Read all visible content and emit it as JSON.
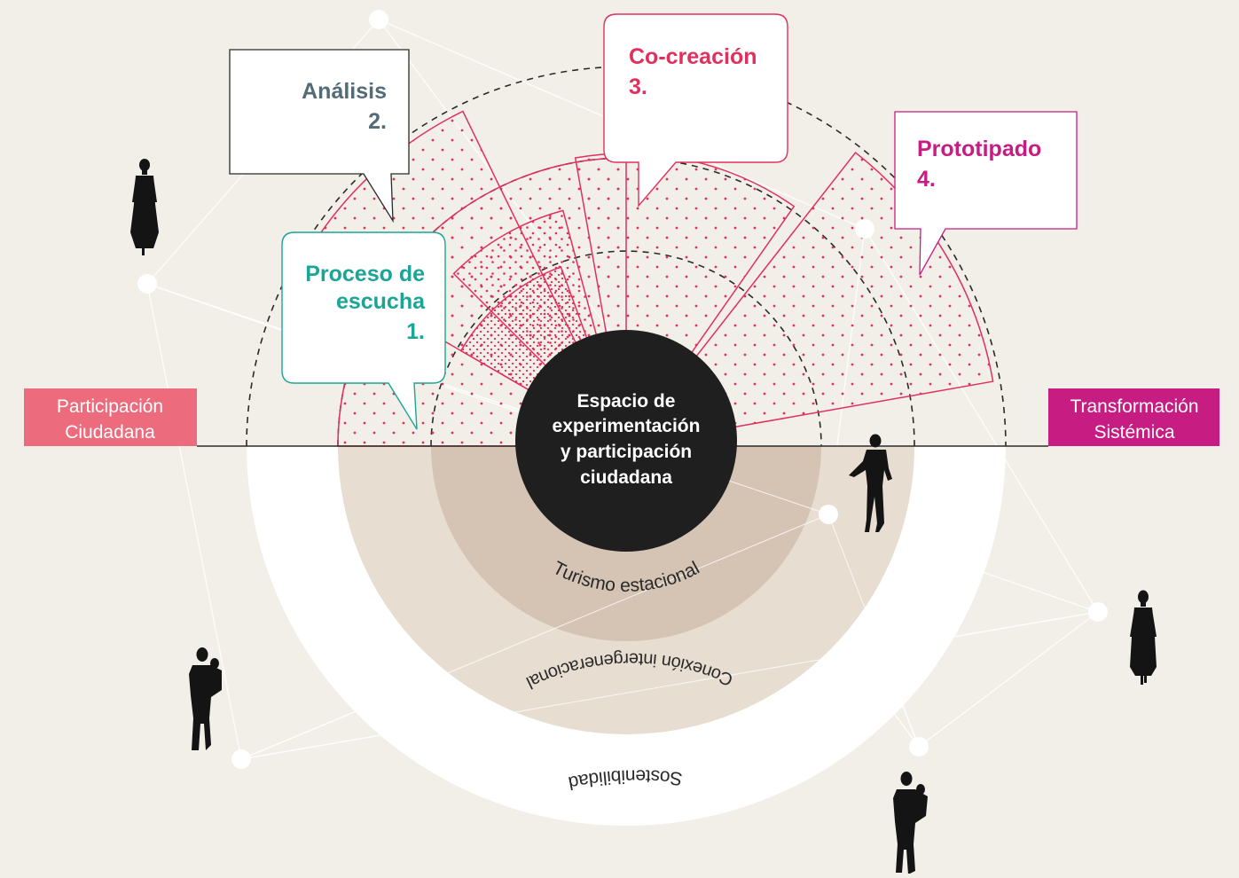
{
  "center": {
    "lines": [
      "Espacio de",
      "experimentación",
      "y participación",
      "ciudadana"
    ]
  },
  "rings": {
    "inner": "Turismo estacional",
    "middle": "Conexión intergeneracional",
    "outer": "Sostenibilidad"
  },
  "side_labels": {
    "left": [
      "Participación",
      "Ciudadana"
    ],
    "right": [
      "Transformación",
      "Sistémica"
    ]
  },
  "phases": [
    {
      "lines": [
        "Proceso de",
        "escucha",
        "1."
      ]
    },
    {
      "lines": [
        "Análisis",
        "2."
      ]
    },
    {
      "lines": [
        "Co-creación",
        "3."
      ]
    },
    {
      "lines": [
        "Prototipado",
        "4."
      ]
    }
  ],
  "colors": {
    "background": "#f1efe8",
    "accent_pink": "#e0305e",
    "teal": "#1aa596",
    "slate": "#526b77",
    "magenta": "#c71c82",
    "center_dark": "#1f1f1f",
    "ring_tan": "#d5c3b4",
    "ring_light": "#e7ddd1",
    "ring_outer": "#ffffff",
    "left_label_bg": "#ec6c7d",
    "right_label_bg": "#c71c82"
  },
  "icons": [
    "person-walking-icon",
    "person-standing-icon",
    "person-carrying-child-icon"
  ]
}
